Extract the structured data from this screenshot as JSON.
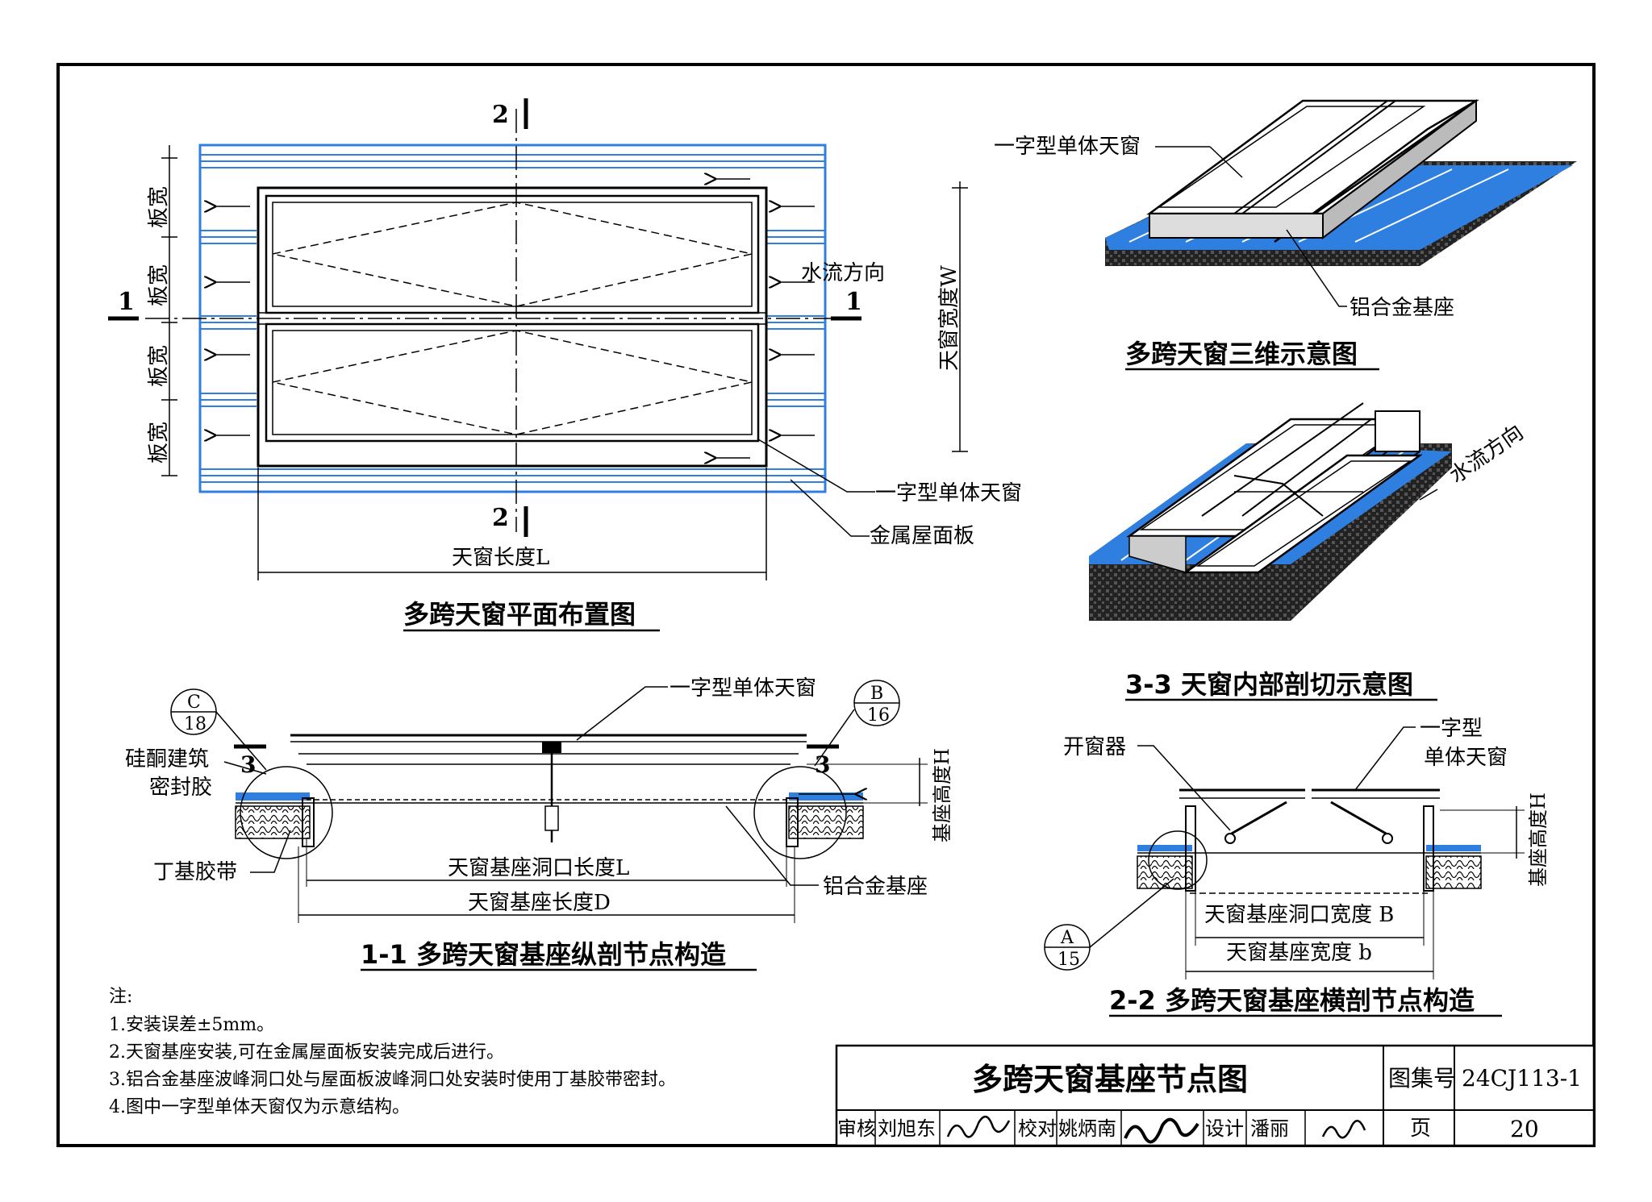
{
  "plan": {
    "title": "多跨天窗平面布置图",
    "board_width": "板宽",
    "water_flow": "水流方向",
    "skylight_width": "天窗宽度W",
    "skylight_length": "天窗长度L",
    "single_skylight": "一字型单体天窗",
    "metal_roof": "金属屋面板",
    "sec1": "1",
    "sec2": "2"
  },
  "view3d": {
    "title": "多跨天窗三维示意图",
    "single_skylight": "一字型单体天窗",
    "al_base": "铝合金基座"
  },
  "cut": {
    "title": "3-3 天窗内部剖切示意图",
    "water_flow": "水流方向"
  },
  "sec11": {
    "title": "1-1 多跨天窗基座纵剖节点构造",
    "single_skylight": "一字型单体天窗",
    "sealant_line1": "硅酮建筑",
    "sealant_line2": "密封胶",
    "butyl_tape": "丁基胶带",
    "al_base": "铝合金基座",
    "opening_length": "天窗基座洞口长度L",
    "base_length": "天窗基座长度D",
    "base_height": "基座高度H",
    "ref_c_top": "C",
    "ref_c_bottom": "18",
    "ref_b_top": "B",
    "ref_b_bottom": "16",
    "sec3": "3"
  },
  "sec22": {
    "title": "2-2 多跨天窗基座横剖节点构造",
    "opener": "开窗器",
    "single_line1": "一字型",
    "single_line2": "单体天窗",
    "base_height": "基座高度H",
    "opening_width": "天窗基座洞口宽度 B",
    "base_width": "天窗基座宽度 b",
    "ref_a_top": "A",
    "ref_a_bottom": "15"
  },
  "notes": {
    "heading": "注:",
    "items": [
      "1.安装误差±5mm。",
      "2.天窗基座安装,可在金属屋面板安装完成后进行。",
      "3.铝合金基座波峰洞口处与屋面板波峰洞口处安装时使用丁基胶带密封。",
      "4.图中一字型单体天窗仅为示意结构。"
    ]
  },
  "titleblock": {
    "drawing_title": "多跨天窗基座节点图",
    "atlas_label": "图集号",
    "atlas_no": "24CJ113-1",
    "review_label": "审核",
    "reviewer": "刘旭东",
    "check_label": "校对",
    "checker": "姚炳南",
    "design_label": "设计",
    "designer": "潘丽",
    "page_label": "页",
    "page_no": "20"
  },
  "colors": {
    "roof_blue": "#2f7fe0",
    "line": "#000000"
  }
}
